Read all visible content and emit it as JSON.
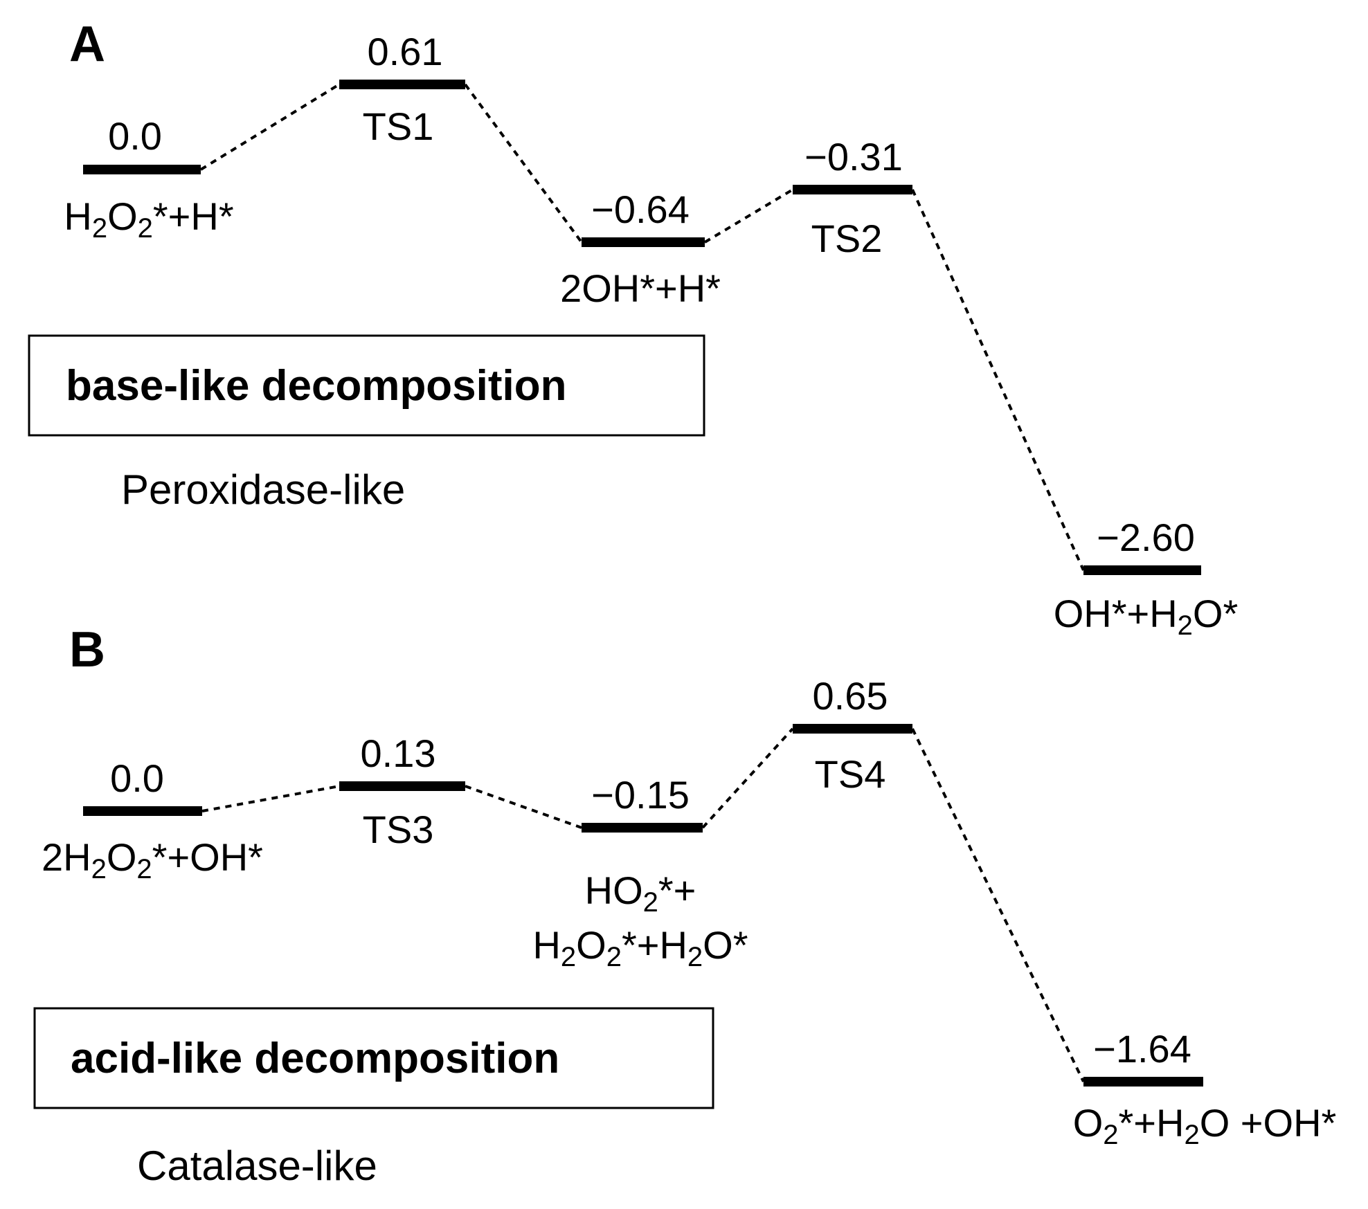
{
  "panels": [
    {
      "letter": "A",
      "mechanism": "base-like decomposition",
      "enzyme_like": "Peroxidase-like",
      "levels": [
        {
          "value": "0.0",
          "label": [
            {
              "t": "H"
            },
            {
              "t": "2",
              "sub": true
            },
            {
              "t": "O"
            },
            {
              "t": "2",
              "sub": true
            },
            {
              "t": "*+H*"
            }
          ]
        },
        {
          "value": "0.61",
          "label": [
            {
              "t": "TS1"
            }
          ]
        },
        {
          "value": "−0.64",
          "label": [
            {
              "t": "2OH*+H*"
            }
          ]
        },
        {
          "value": "−0.31",
          "label": [
            {
              "t": "TS2"
            }
          ]
        },
        {
          "value": "−2.60",
          "label": [
            {
              "t": "OH*+H"
            },
            {
              "t": "2",
              "sub": true
            },
            {
              "t": "O*"
            }
          ]
        }
      ]
    },
    {
      "letter": "B",
      "mechanism": "acid-like decomposition",
      "enzyme_like": "Catalase-like",
      "levels": [
        {
          "value": "0.0",
          "label": [
            {
              "t": "2H"
            },
            {
              "t": "2",
              "sub": true
            },
            {
              "t": "O"
            },
            {
              "t": "2",
              "sub": true
            },
            {
              "t": "*+OH*"
            }
          ]
        },
        {
          "value": "0.13",
          "label": [
            {
              "t": "TS3"
            }
          ]
        },
        {
          "value": "−0.15",
          "label": [
            {
              "t": "HO"
            },
            {
              "t": "2",
              "sub": true
            },
            {
              "t": "*+"
            }
          ],
          "label2": [
            {
              "t": "H"
            },
            {
              "t": "2",
              "sub": true
            },
            {
              "t": "O"
            },
            {
              "t": "2",
              "sub": true
            },
            {
              "t": "*+H"
            },
            {
              "t": "2",
              "sub": true
            },
            {
              "t": "O*"
            }
          ]
        },
        {
          "value": "0.65",
          "label": [
            {
              "t": "TS4"
            }
          ]
        },
        {
          "value": "−1.64",
          "label": [
            {
              "t": "O"
            },
            {
              "t": "2",
              "sub": true
            },
            {
              "t": "*+H"
            },
            {
              "t": "2",
              "sub": true
            },
            {
              "t": "O +OH*"
            }
          ]
        }
      ]
    }
  ]
}
